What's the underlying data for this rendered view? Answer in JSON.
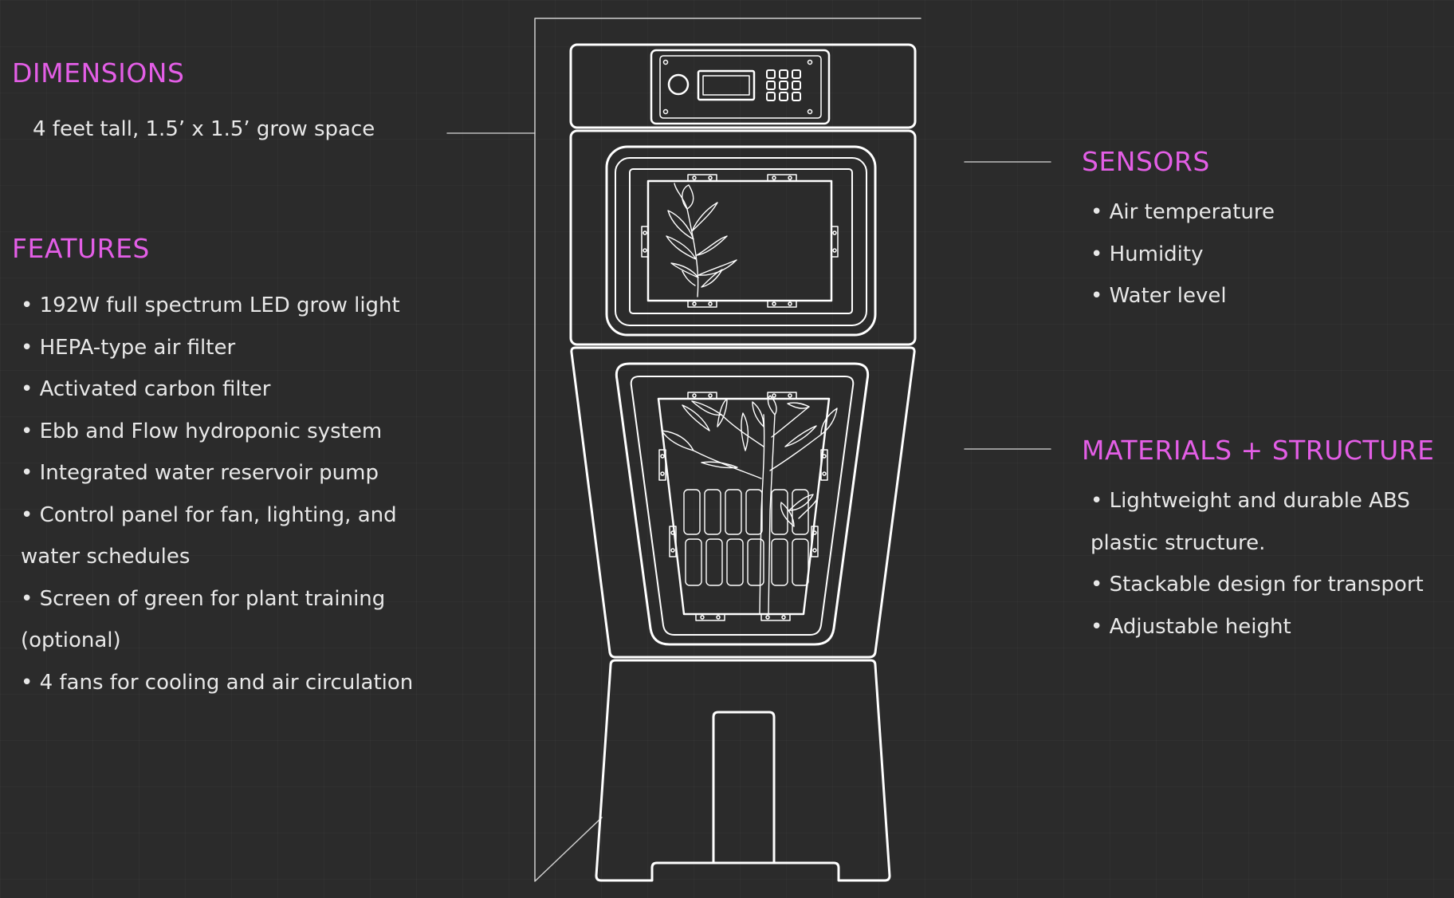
{
  "dimensions": {
    "heading": "DIMENSIONS",
    "text": "4 feet tall, 1.5’ x 1.5’ grow space"
  },
  "features": {
    "heading": "FEATURES",
    "items": [
      "• 192W full spectrum LED grow light",
      "• HEPA-type air filter",
      "• Activated carbon filter",
      "• Ebb and Flow hydroponic system",
      "• Integrated water reservoir pump",
      "• Control panel for fan, lighting, and",
      "water schedules",
      "• Screen of green for plant training",
      "(optional)",
      "• 4 fans for cooling and air circulation"
    ]
  },
  "sensors": {
    "heading": "SENSORS",
    "items": [
      "• Air temperature",
      "• Humidity",
      "• Water level"
    ]
  },
  "materials": {
    "heading": "MATERIALS + STRUCTURE",
    "items": [
      "• Lightweight and durable ABS",
      "plastic structure.",
      "• Stackable design for transport",
      "• Adjustable height"
    ]
  },
  "colors": {
    "background": "#2b2b2b",
    "heading": "#e35ee6",
    "text": "#e8e8e8",
    "line": "#ffffff"
  }
}
